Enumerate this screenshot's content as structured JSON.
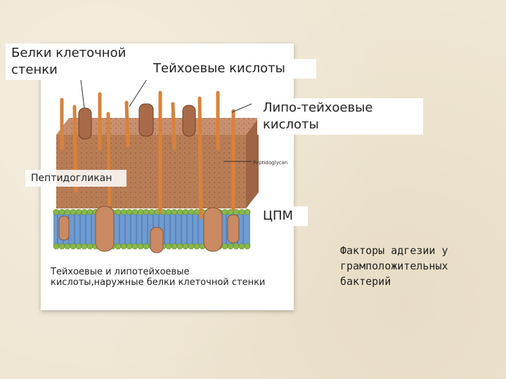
{
  "labels": {
    "cell_wall_proteins": "Белки клеточной стенки",
    "teichoic_acids": "Тейхоевые кислоты",
    "lipoteichoic_acids": "Липо-тейхоевые кислоты",
    "peptidoglycan": "Пептидогликан",
    "cpm": "ЦПМ",
    "peptidoglycan_en": "Peptidoglycan"
  },
  "caption": "Тейхоевые и липотейхоевые кислоты,наружные белки клеточной стенки",
  "side_note": "Факторы адгезии у грамположительных бактерий"
}
